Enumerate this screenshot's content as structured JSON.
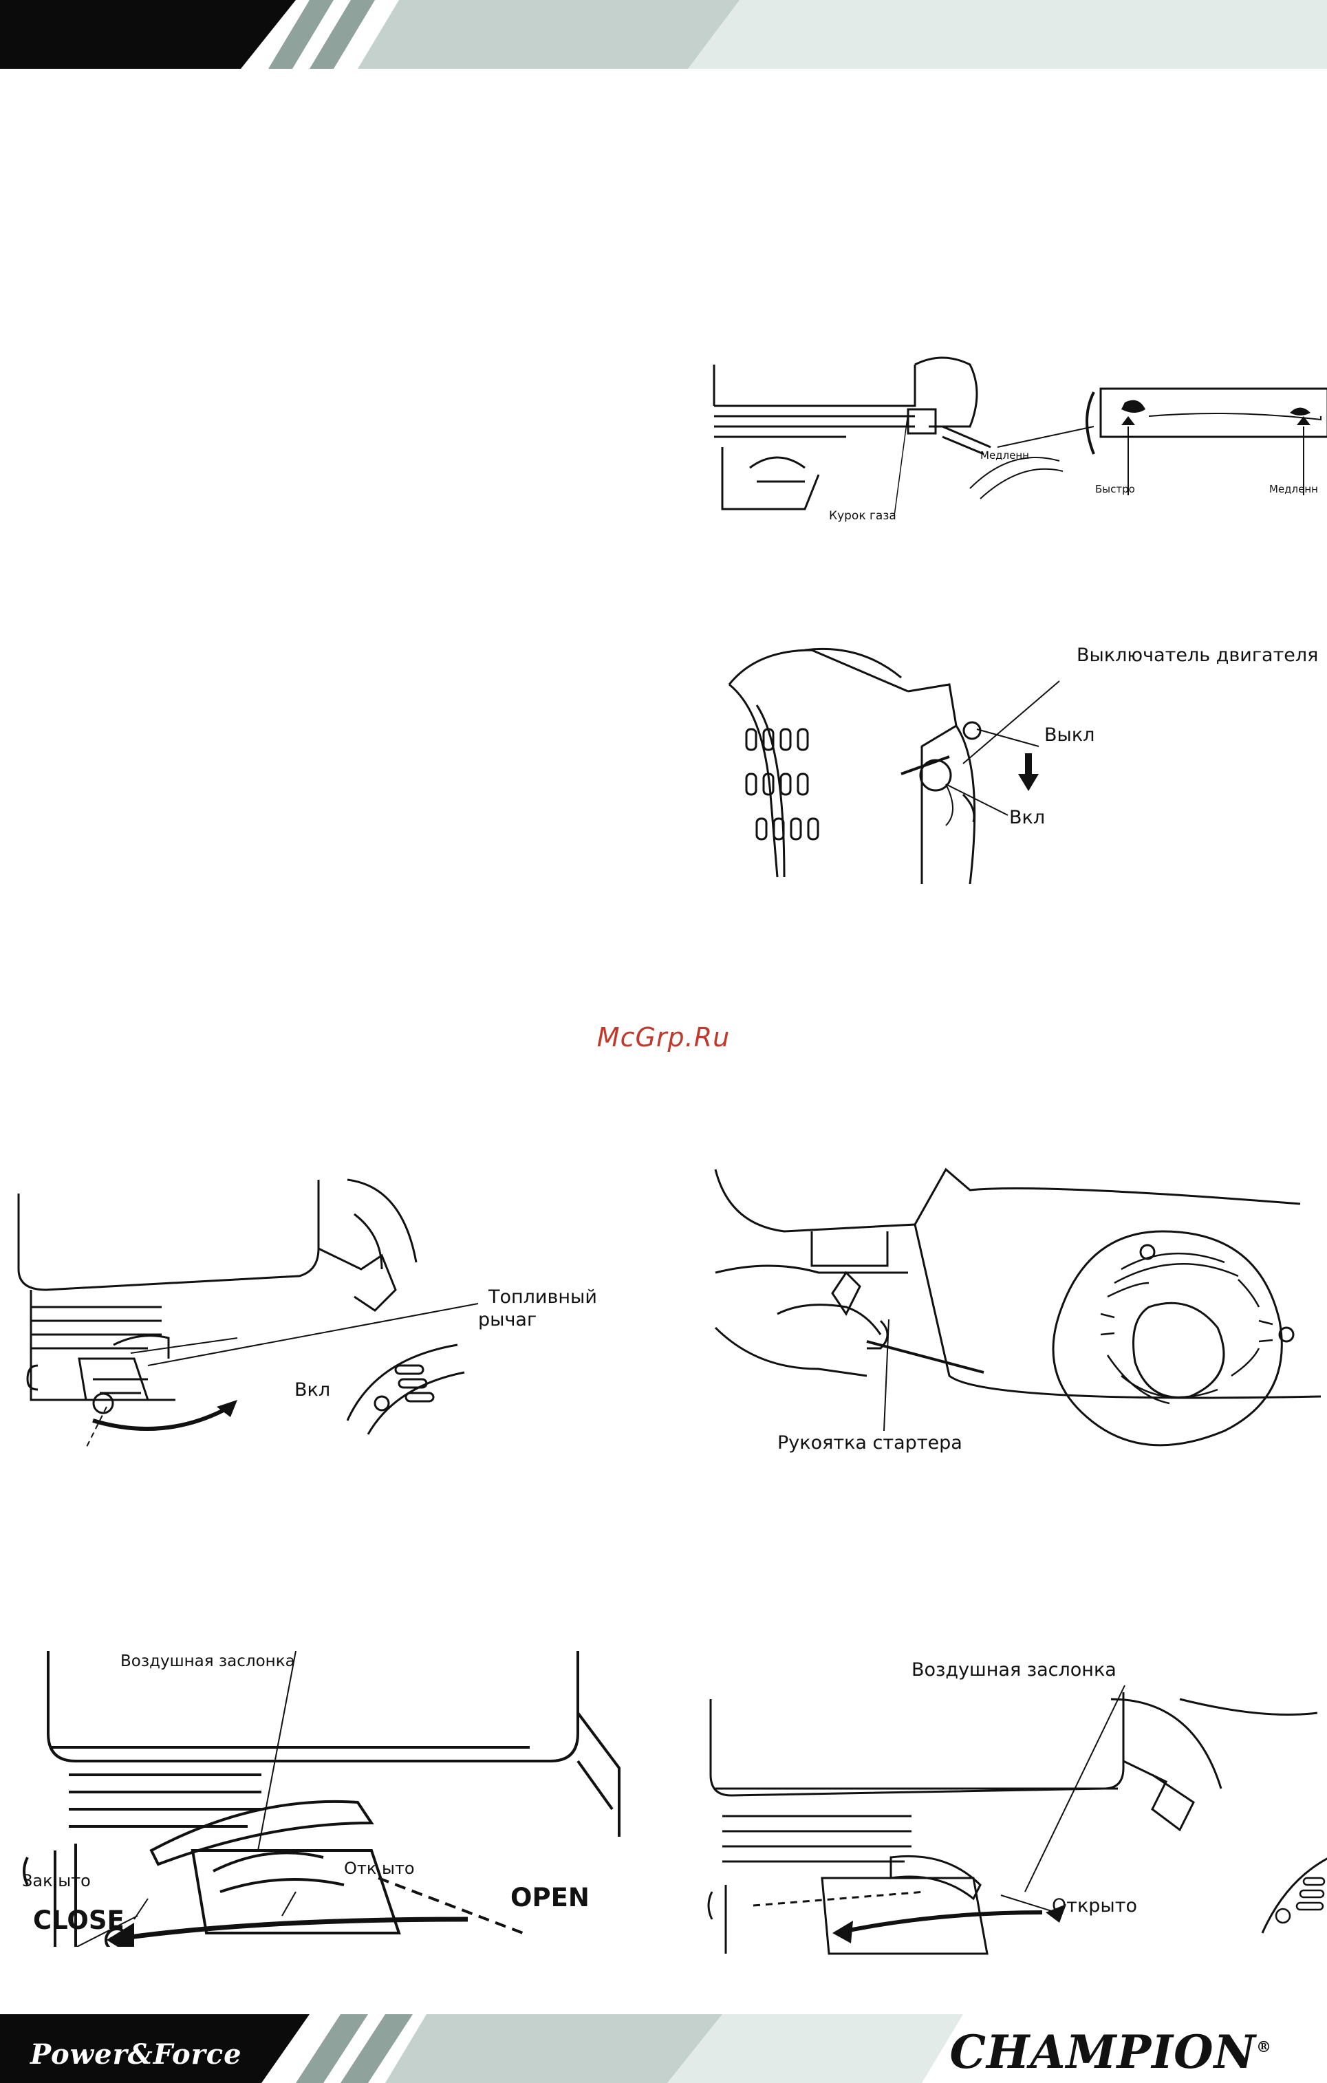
{
  "header": {
    "colors": {
      "black": "#0b0b0b",
      "mid": "#8fa39c",
      "light": "#c4d1cc",
      "pale": "#e2ebe7"
    }
  },
  "figures": {
    "throttle": {
      "trigger_label": "Курок газа",
      "slow_near_lever": "Медленн",
      "fast_label": "Быстро",
      "slow_label": "Медленн"
    },
    "engine_switch": {
      "title": "Выключатель двигателя",
      "off_label": "Выкл",
      "on_label": "Вкл"
    },
    "fuel_lever": {
      "label_line1": "Топливный",
      "label_line2": "рычаг",
      "on_label": "Вкл"
    },
    "starter": {
      "label": "Рукоятка стартера"
    },
    "choke_closed": {
      "title": "Воздушная заслонка",
      "closed_ru": "Зак ыто",
      "open_ru": "Отк ыто",
      "close_en": "CLOSE",
      "open_en": "OPEN"
    },
    "choke_open": {
      "title": "Воздушная заслонка",
      "open_ru": "Открыто"
    }
  },
  "watermark": "McGrp.Ru",
  "footer": {
    "left_brand": "Power&Force",
    "right_brand": "CHAMPION",
    "registered_mark": "®"
  }
}
